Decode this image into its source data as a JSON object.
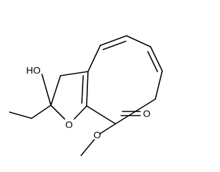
{
  "molecule": {
    "atoms": {
      "hydroxyl": "HO",
      "ring_oxygen": "O",
      "methoxy_oxygen": "O",
      "carbonyl_oxygen": "O"
    }
  },
  "colors": {
    "background": "#ffffff",
    "bond": "#000000",
    "label": "#000000"
  }
}
